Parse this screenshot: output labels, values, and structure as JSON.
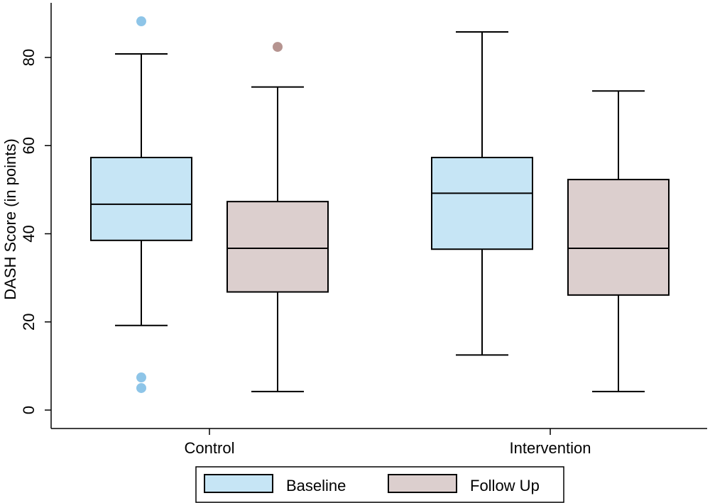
{
  "chart_data": {
    "type": "box",
    "ylabel": "DASH Score (in points)",
    "xlabel": "",
    "ylim": [
      0,
      88
    ],
    "yticks": [
      0,
      20,
      40,
      60,
      80
    ],
    "categories": [
      "Control",
      "Intervention"
    ],
    "legend_position": "bottom",
    "series": [
      {
        "name": "Baseline",
        "color": "#c6e5f5",
        "outlier_color": "#8ec5e8",
        "boxes": [
          {
            "category": "Control",
            "whisker_low": 19.2,
            "q1": 38.5,
            "median": 46.7,
            "q3": 57.3,
            "whisker_high": 80.8,
            "outliers": [
              88.2,
              7.4,
              5.0
            ]
          },
          {
            "category": "Intervention",
            "whisker_low": 12.5,
            "q1": 36.5,
            "median": 49.2,
            "q3": 57.3,
            "whisker_high": 85.8,
            "outliers": []
          }
        ]
      },
      {
        "name": "Follow Up",
        "color": "#dccfce",
        "outlier_color": "#b69490",
        "boxes": [
          {
            "category": "Control",
            "whisker_low": 4.2,
            "q1": 26.8,
            "median": 36.7,
            "q3": 47.3,
            "whisker_high": 73.3,
            "outliers": [
              82.4
            ]
          },
          {
            "category": "Intervention",
            "whisker_low": 4.2,
            "q1": 26.1,
            "median": 36.7,
            "q3": 52.3,
            "whisker_high": 72.4,
            "outliers": []
          }
        ]
      }
    ]
  }
}
